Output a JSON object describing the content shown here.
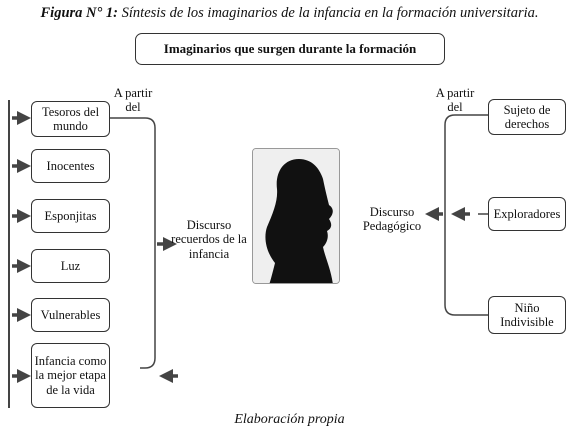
{
  "caption": {
    "prefix": "Figura N° 1:",
    "text": "Síntesis de los imaginarios de la infancia en la formación universitaria."
  },
  "title": "Imaginarios que surgen durante la formación",
  "left_boxes": [
    "Tesoros del mundo",
    "Inocentes",
    "Esponjitas",
    "Luz",
    "Vulnerables",
    "Infancia como la mejor etapa de la vida"
  ],
  "left_connector_label": "A partir del",
  "center_left_label": "Discurso recuerdos de la infancia",
  "center_right_label": "Discurso Pedagógico",
  "right_connector_label": "A partir del",
  "right_boxes": [
    "Sujeto de derechos",
    "Exploradores",
    "Niño Indivisible"
  ],
  "footer": "Elaboración propia"
}
